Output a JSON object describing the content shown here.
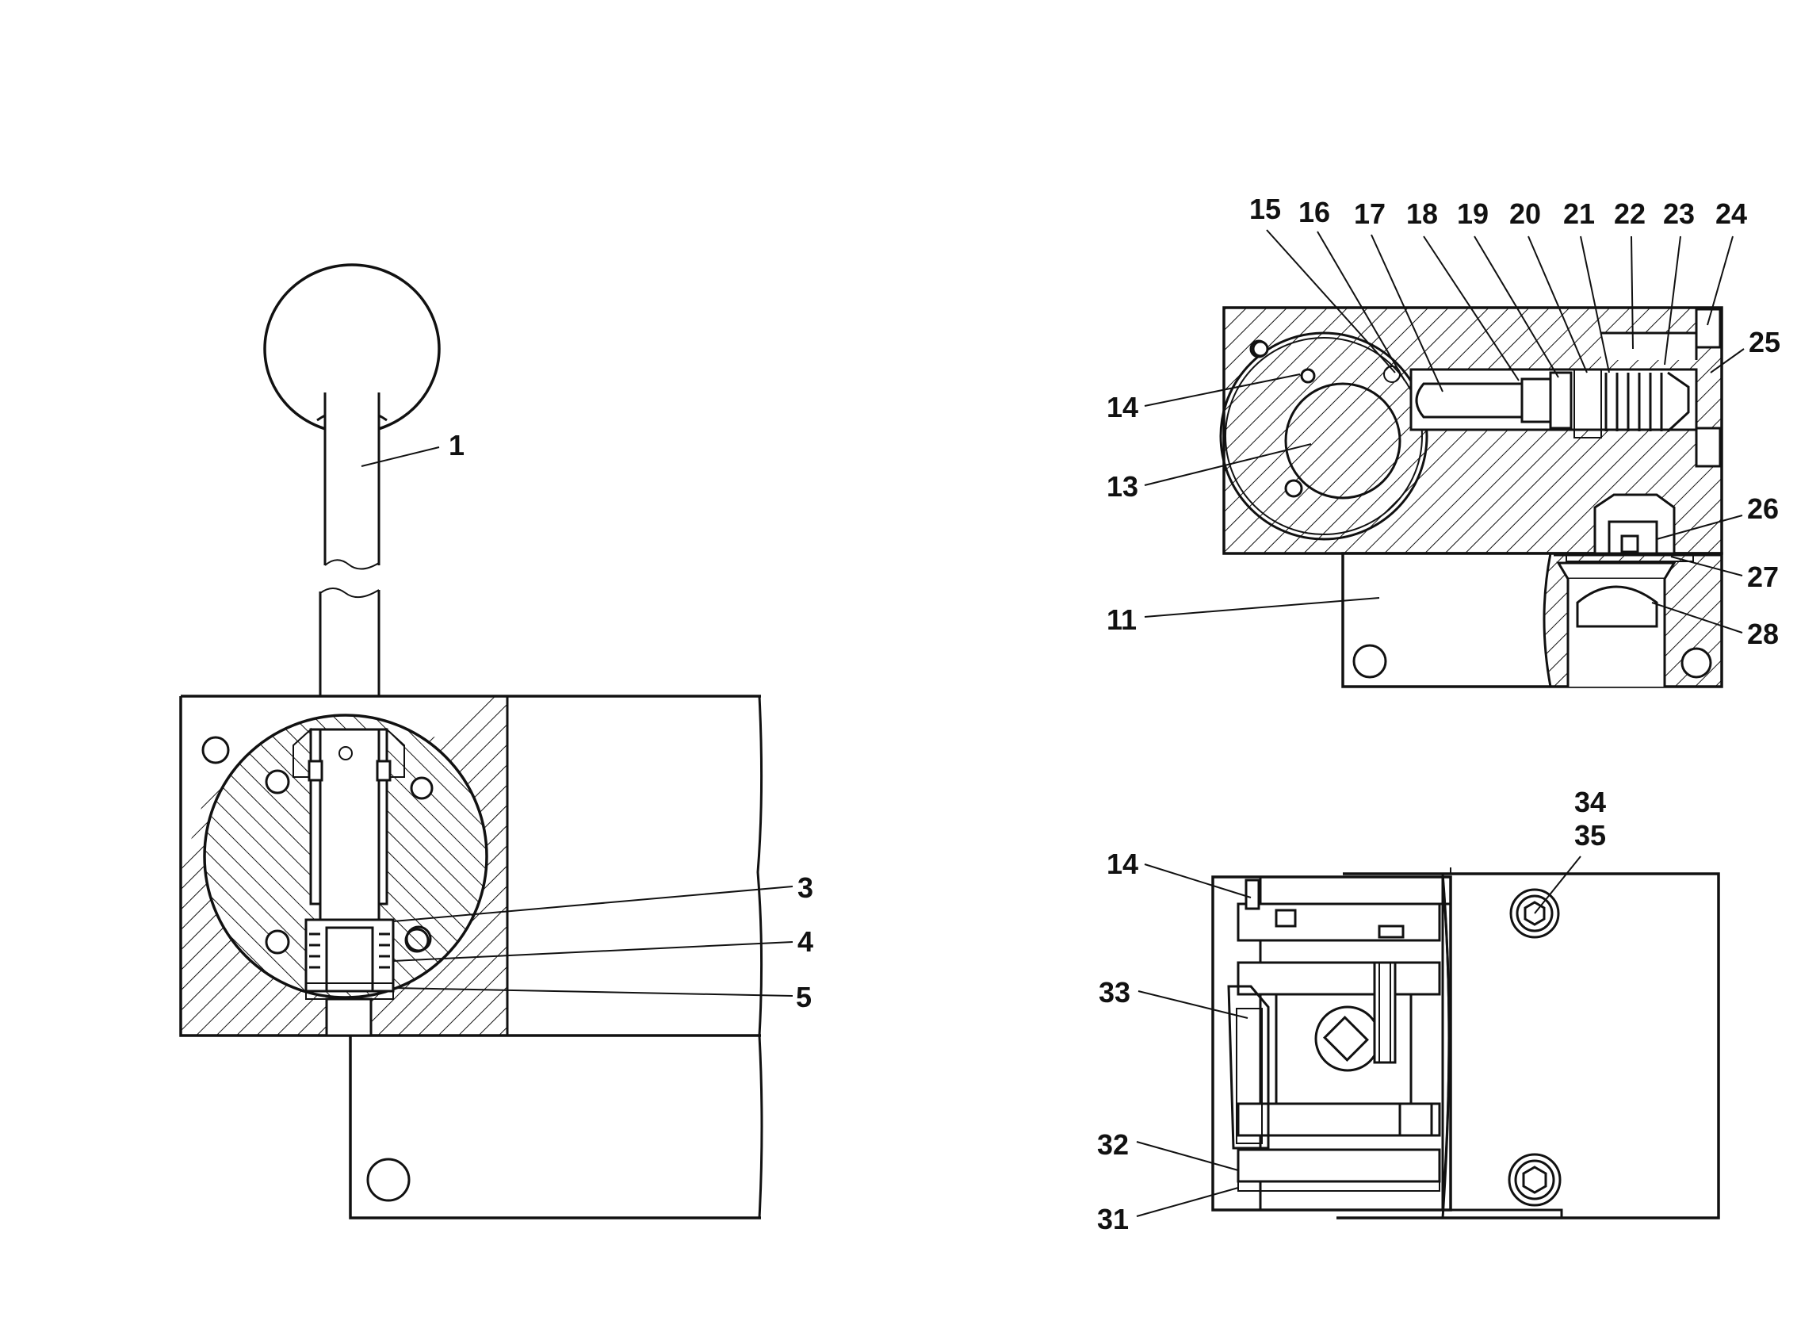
{
  "diagram": {
    "left_view": {
      "callouts": [
        {
          "id": "c1",
          "label": "1"
        },
        {
          "id": "c3",
          "label": "3"
        },
        {
          "id": "c4",
          "label": "4"
        },
        {
          "id": "c5",
          "label": "5"
        }
      ]
    },
    "top_right_view": {
      "callouts": [
        {
          "id": "c15",
          "label": "15"
        },
        {
          "id": "c16",
          "label": "16"
        },
        {
          "id": "c17",
          "label": "17"
        },
        {
          "id": "c18",
          "label": "18"
        },
        {
          "id": "c19",
          "label": "19"
        },
        {
          "id": "c20",
          "label": "20"
        },
        {
          "id": "c21",
          "label": "21"
        },
        {
          "id": "c22",
          "label": "22"
        },
        {
          "id": "c23",
          "label": "23"
        },
        {
          "id": "c24",
          "label": "24"
        },
        {
          "id": "c25",
          "label": "25"
        },
        {
          "id": "c14a",
          "label": "14"
        },
        {
          "id": "c13",
          "label": "13"
        },
        {
          "id": "c26",
          "label": "26"
        },
        {
          "id": "c27",
          "label": "27"
        },
        {
          "id": "c28",
          "label": "28"
        },
        {
          "id": "c11",
          "label": "11"
        }
      ]
    },
    "bottom_right_view": {
      "callouts": [
        {
          "id": "c34",
          "label": "34"
        },
        {
          "id": "c35",
          "label": "35"
        },
        {
          "id": "c14b",
          "label": "14"
        },
        {
          "id": "c33",
          "label": "33"
        },
        {
          "id": "c32",
          "label": "32"
        },
        {
          "id": "c31",
          "label": "31"
        }
      ]
    }
  }
}
